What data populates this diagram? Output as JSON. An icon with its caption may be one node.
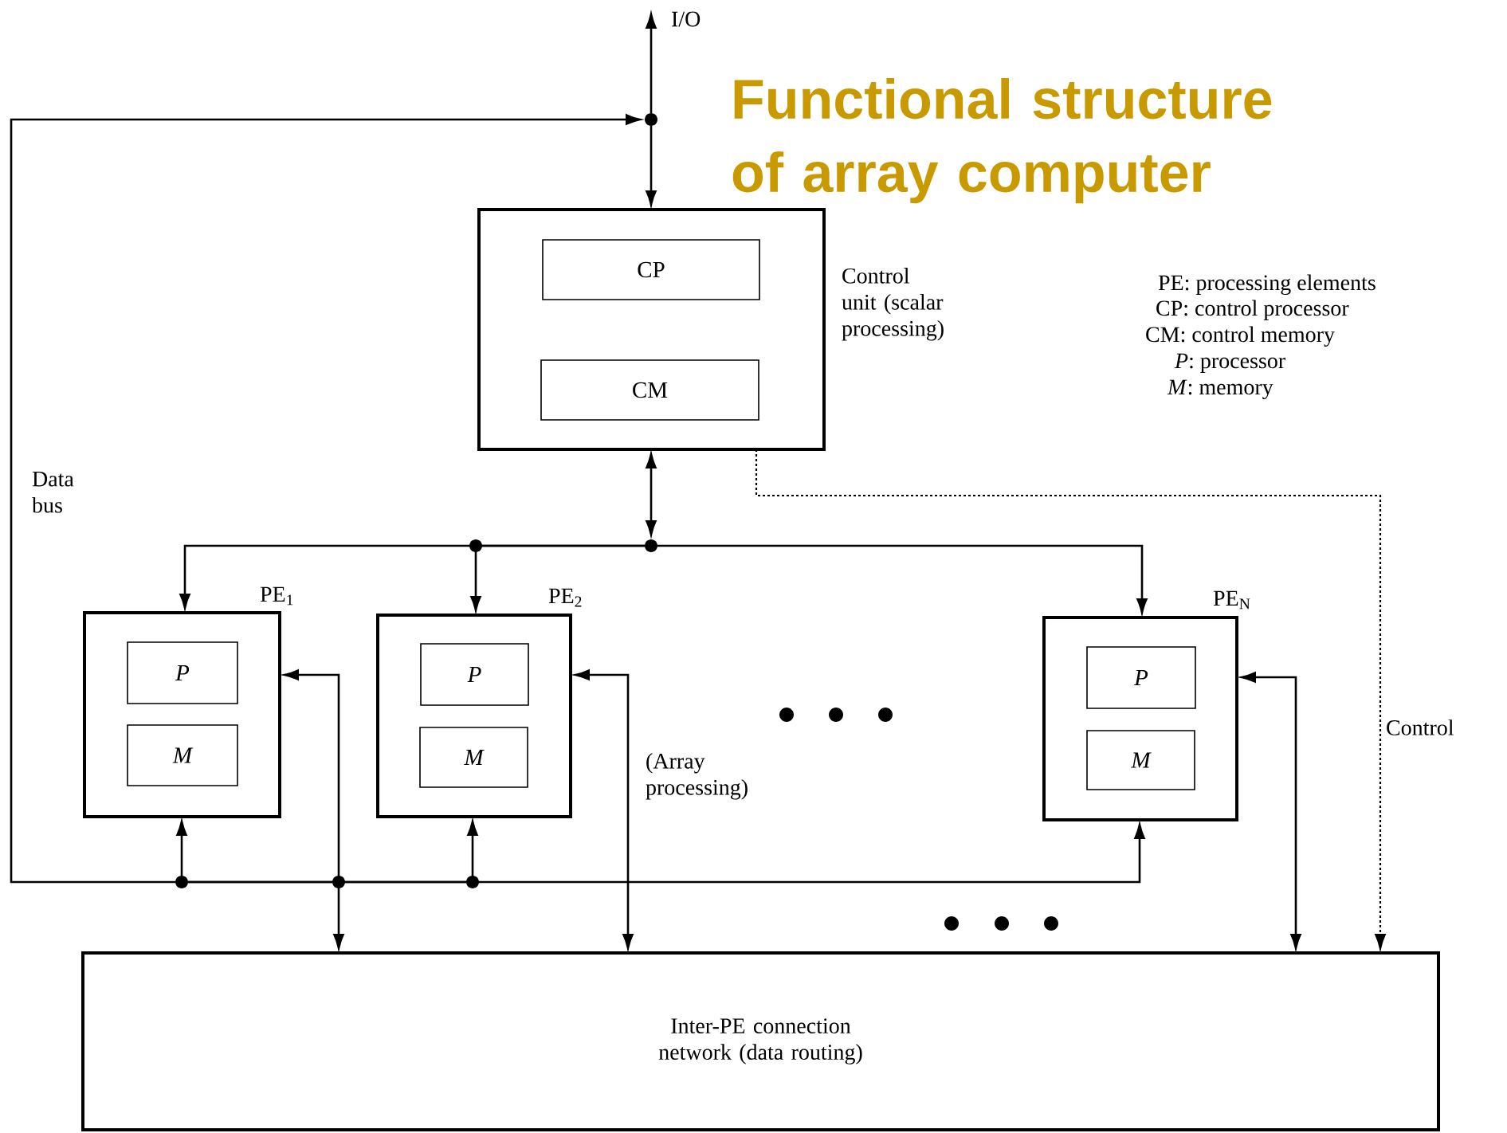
{
  "diagram": {
    "title": "Functional structure of array computer",
    "nodes": [
      {
        "text": [
          "Control unit (scalar processing)"
        ]
      },
      {
        "text": [
          "CP"
        ],
        "in": 0
      },
      {
        "text": [
          "CM"
        ],
        "in": 0
      },
      {
        "text": [
          "PE$_{1}$"
        ]
      },
      {
        "text": [
          "P"
        ],
        "in": 3
      },
      {
        "text": [
          "M"
        ],
        "in": 3
      },
      {
        "text": [
          "PE$_{2}$"
        ]
      },
      {
        "text": [
          "P"
        ],
        "in": 6
      },
      {
        "text": [
          "M"
        ],
        "in": 6
      },
      {
        "text": [
          "PE$_{N}$"
        ]
      },
      {
        "text": [
          "P"
        ],
        "in": 9
      },
      {
        "text": [
          "M"
        ],
        "in": 9
      },
      {
        "text": [
          "Inter-PE connection network (data routing)"
        ]
      },
      {
        "text": [
          "I/O"
        ]
      },
      {
        "text": [],
        "shape": "circle"
      },
      {
        "text": [],
        "shape": "circle"
      },
      {
        "text": [],
        "shape": "circle"
      }
    ],
    "edges": [
      {
        "from": 14,
        "to": 13,
        "arrow": "to"
      },
      {
        "from": 14,
        "to": 0,
        "arrow": "to"
      },
      {
        "from": 16,
        "to": 14,
        "arrow": "to"
      },
      {
        "from": 16,
        "to": 3,
        "arrow": "to"
      },
      {
        "from": 16,
        "to": 6,
        "arrow": "to"
      },
      {
        "from": 16,
        "to": 9,
        "arrow": "to"
      },
      {
        "from": 0,
        "to": 15,
        "arrow": "both"
      },
      {
        "from": 15,
        "to": 3,
        "arrow": "to"
      },
      {
        "from": 15,
        "to": 6,
        "arrow": "to"
      },
      {
        "from": 15,
        "to": 9,
        "arrow": "to"
      },
      {
        "from": 3,
        "to": 12,
        "arrow": "both"
      },
      {
        "from": 6,
        "to": 12,
        "arrow": "both"
      },
      {
        "from": 9,
        "to": 12,
        "arrow": "both"
      },
      {
        "from": 0,
        "to": 12,
        "arrow": "to",
        "style": "dashed",
        "label": "Control"
      }
    ],
    "labels": [
      "Data bus",
      "(Array processing)",
      "PE: processing elements",
      "CP: control processor",
      "CM: control memory",
      "*P*: processor",
      "*M*: memory"
    ]
  }
}
